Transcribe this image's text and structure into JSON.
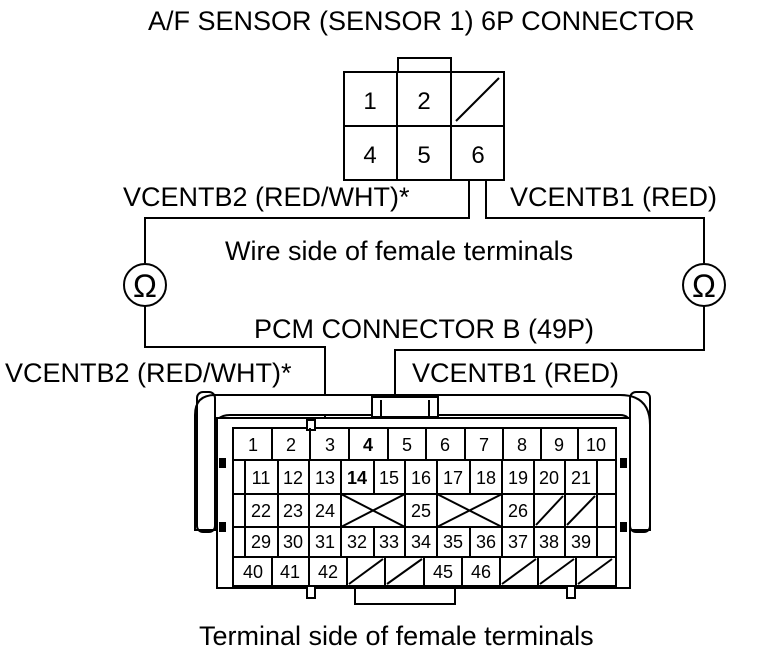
{
  "titles": {
    "af_connector": "A/F SENSOR (SENSOR 1) 6P CONNECTOR",
    "wire_side": "Wire side of female terminals",
    "pcm_connector": "PCM CONNECTOR B (49P)",
    "terminal_side": "Terminal side of female terminals"
  },
  "wire_labels": {
    "af_left": "VCENTB2 (RED/WHT)*",
    "af_right": "VCENTB1 (RED)",
    "pcm_left": "VCENTB2 (RED/WHT)*",
    "pcm_right": "VCENTB1 (RED)"
  },
  "ohmmeter_symbol": "Ω",
  "af_pins": [
    "1",
    "2",
    "4",
    "5",
    "6"
  ],
  "pcm_pins": {
    "row1": [
      "1",
      "2",
      "3",
      "4",
      "5",
      "6",
      "7",
      "8",
      "9",
      "10"
    ],
    "row2": [
      "11",
      "12",
      "13",
      "14",
      "15",
      "16",
      "17",
      "18",
      "19",
      "20",
      "21"
    ],
    "row3": [
      "22",
      "23",
      "24",
      "25",
      "26"
    ],
    "row4": [
      "29",
      "30",
      "31",
      "32",
      "33",
      "34",
      "35",
      "36",
      "37",
      "38",
      "39"
    ],
    "row5": [
      "40",
      "41",
      "42",
      "45",
      "46"
    ]
  }
}
